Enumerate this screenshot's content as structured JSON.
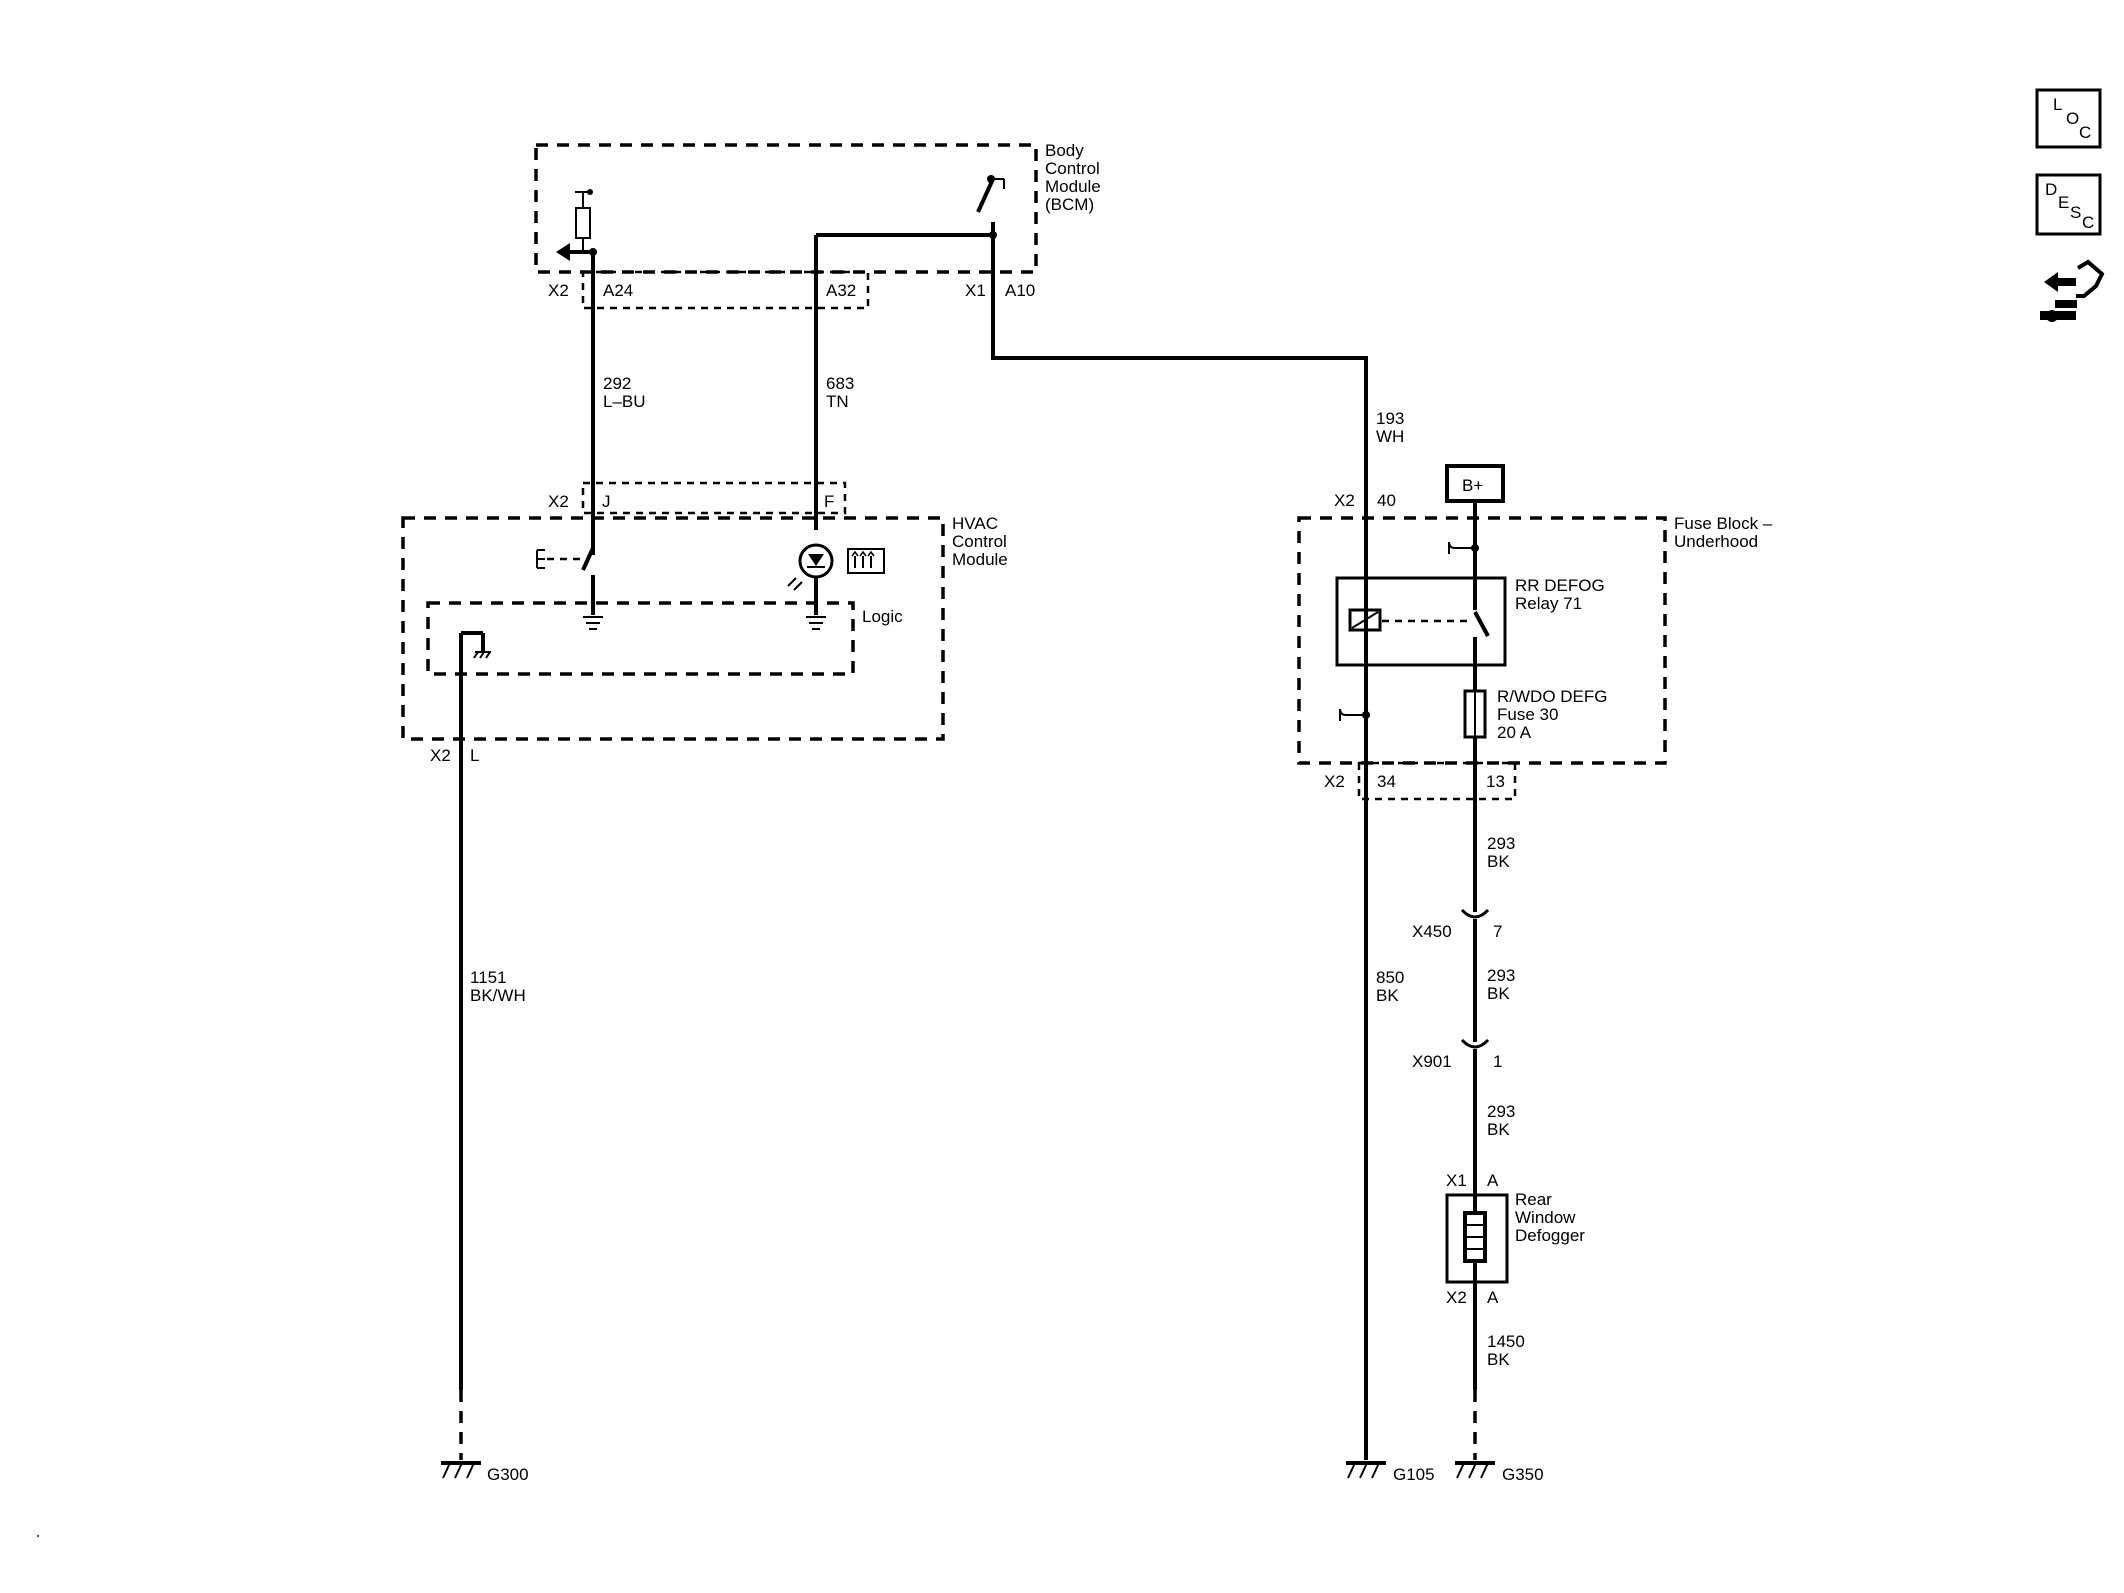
{
  "modules": {
    "bcm": [
      "Body",
      "Control",
      "Module",
      "(BCM)"
    ],
    "hvac": [
      "HVAC",
      "Control",
      "Module"
    ],
    "logic": "Logic",
    "fuse_block": [
      "Fuse Block –",
      "Underhood"
    ],
    "relay": [
      "RR DEFOG",
      "Relay 71"
    ],
    "fuse": [
      "R/WDO DEFG",
      "Fuse 30",
      "20 A"
    ],
    "defogger": [
      "Rear",
      "Window",
      "Defogger"
    ]
  },
  "connectors": {
    "bcm_x2": "X2",
    "bcm_a24": "A24",
    "bcm_a32": "A32",
    "bcm_x1": "X1",
    "bcm_a10": "A10",
    "hvac_x2": "X2",
    "hvac_j": "J",
    "hvac_f": "F",
    "hvac_x2_bottom": "X2",
    "hvac_l": "L",
    "fb_x2_top": "X2",
    "fb_40": "40",
    "fb_x2_bottom": "X2",
    "fb_34": "34",
    "fb_13": "13",
    "x450": "X450",
    "x450_pin": "7",
    "x901": "X901",
    "x901_pin": "1",
    "def_x1": "X1",
    "def_x1_pin": "A",
    "def_x2": "X2",
    "def_x2_pin": "A"
  },
  "wires": {
    "w292": [
      "292",
      "L–BU"
    ],
    "w683": [
      "683",
      "TN"
    ],
    "w193": [
      "193",
      "WH"
    ],
    "w1151": [
      "1151",
      "BK/WH"
    ],
    "w850": [
      "850",
      "BK"
    ],
    "w293a": [
      "293",
      "BK"
    ],
    "w293b": [
      "293",
      "BK"
    ],
    "w293c": [
      "293",
      "BK"
    ],
    "w1450": [
      "1450",
      "BK"
    ]
  },
  "grounds": {
    "g300": "G300",
    "g105": "G105",
    "g350": "G350"
  },
  "power": {
    "bplus": "B+"
  },
  "nav": {
    "loc": [
      "L",
      "O",
      "C"
    ],
    "desc": [
      "D",
      "E",
      "S",
      "C"
    ]
  }
}
